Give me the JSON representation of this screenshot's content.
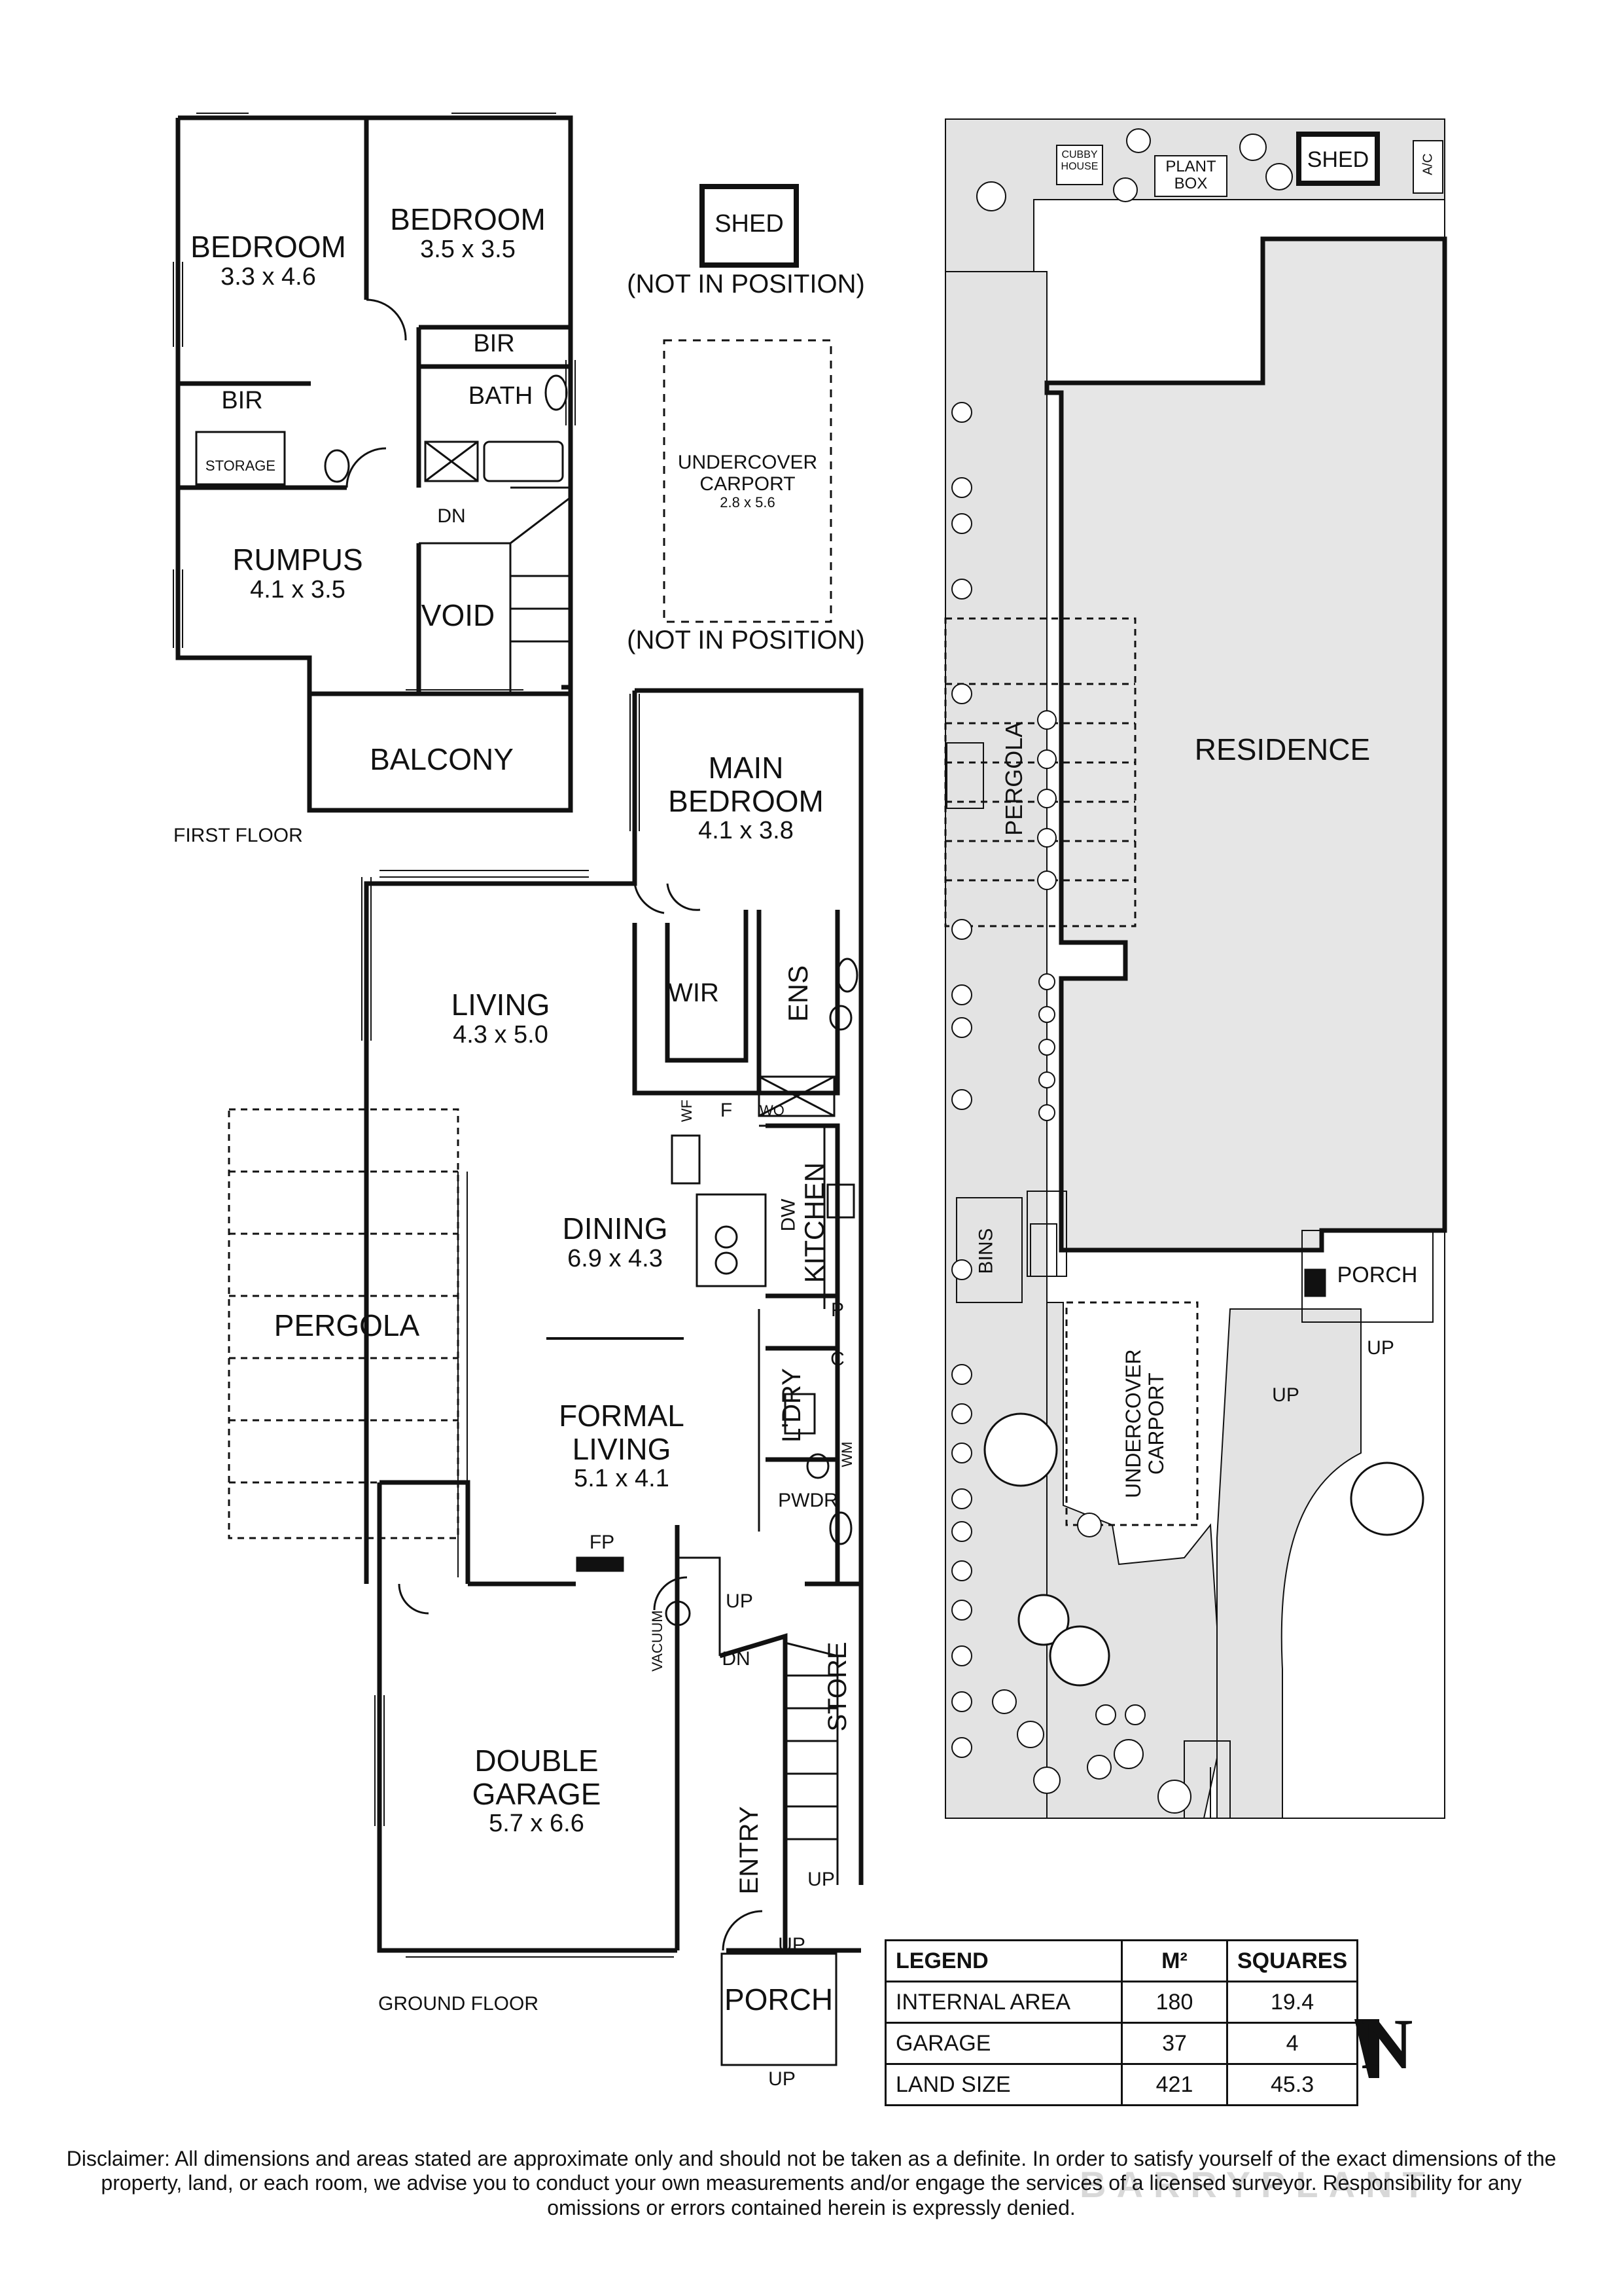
{
  "first_floor": {
    "label": "FIRST FLOOR",
    "bedroom1": {
      "name": "BEDROOM",
      "dims": "3.3 x 4.6"
    },
    "bedroom2": {
      "name": "BEDROOM",
      "dims": "3.5 x 3.5"
    },
    "bir_right": "BIR",
    "bir_left": "BIR",
    "bath": "BATH",
    "storage": "STORAGE",
    "dn": "DN",
    "rumpus": {
      "name": "RUMPUS",
      "dims": "4.1 x 3.5"
    },
    "void": "VOID",
    "balcony": "BALCONY"
  },
  "detached": {
    "shed": "SHED",
    "shed_note": "(NOT IN POSITION)",
    "carport_name": "UNDERCOVER\nCARPORT",
    "carport_dims": "2.8 x 5.6",
    "carport_note": "(NOT IN POSITION)"
  },
  "ground_floor": {
    "label": "GROUND FLOOR",
    "main_bedroom": {
      "name": "MAIN\nBEDROOM",
      "dims": "4.1 x 3.8"
    },
    "living": {
      "name": "LIVING",
      "dims": "4.3 x 5.0"
    },
    "wir": "WIR",
    "ens": "ENS",
    "wf": "WF",
    "f": "F",
    "wo": "WO",
    "dw": "DW",
    "kitchen": "KITCHEN",
    "dining": {
      "name": "DINING",
      "dims": "6.9 x 4.3"
    },
    "p": "P",
    "c": "C",
    "pergola": "PERGOLA",
    "formal_living": {
      "name": "FORMAL\nLIVING",
      "dims": "5.1 x 4.1"
    },
    "ldry": "L'DRY",
    "wm": "WM",
    "pwdr": "PWDR",
    "fp": "FP",
    "up1": "UP",
    "vacuum": "VACUUM",
    "dn": "DN",
    "store": "STORE",
    "double_garage": {
      "name": "DOUBLE\nGARAGE",
      "dims": "5.7 x 6.6"
    },
    "entry": "ENTRY",
    "up2": "UP",
    "up3": "UP",
    "porch": "PORCH",
    "up4": "UP"
  },
  "site": {
    "cubby_house": "CUBBY\nHOUSE",
    "plant_box": "PLANT\nBOX",
    "shed": "SHED",
    "ac": "A/C",
    "pergola": "PERGOLA",
    "residence": "RESIDENCE",
    "bins": "BINS",
    "porch": "PORCH",
    "up1": "UP",
    "up2": "UP",
    "carport": "UNDERCOVER\nCARPORT"
  },
  "legend": {
    "headers": [
      "LEGEND",
      "M²",
      "SQUARES"
    ],
    "rows": [
      {
        "label": "INTERNAL AREA",
        "m2": "180",
        "squares": "19.4"
      },
      {
        "label": "GARAGE",
        "m2": "37",
        "squares": "4"
      },
      {
        "label": "LAND SIZE",
        "m2": "421",
        "squares": "45.3"
      }
    ]
  },
  "north": "N",
  "disclaimer": "Disclaimer: All dimensions and areas stated are approximate only and should not be taken as a definite. In order to satisfy yourself of the exact dimensions of the property, land, or each room, we advise you to conduct your own measurements and/or engage the services of a licensed surveyor. Responsibility for any omissions or errors contained herein is expressly denied.",
  "watermark": "BARRYPLANT",
  "colors": {
    "wall": "#111111",
    "site_fill": "#e3e3e3",
    "residence_fill": "#e6e6e6"
  }
}
